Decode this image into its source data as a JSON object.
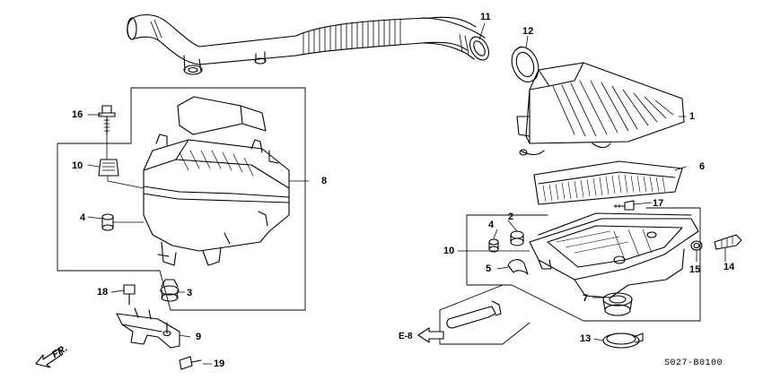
{
  "diagram": {
    "callouts": [
      {
        "id": "1",
        "text": "1"
      },
      {
        "id": "2",
        "text": "2"
      },
      {
        "id": "3",
        "text": "3"
      },
      {
        "id": "4a",
        "text": "4"
      },
      {
        "id": "4b",
        "text": "4"
      },
      {
        "id": "5",
        "text": "5"
      },
      {
        "id": "6",
        "text": "6"
      },
      {
        "id": "7",
        "text": "7"
      },
      {
        "id": "8",
        "text": "8"
      },
      {
        "id": "9",
        "text": "9"
      },
      {
        "id": "10",
        "text": "10"
      },
      {
        "id": "11",
        "text": "11"
      },
      {
        "id": "12",
        "text": "12"
      },
      {
        "id": "13",
        "text": "13"
      },
      {
        "id": "14",
        "text": "14"
      },
      {
        "id": "15",
        "text": "15"
      },
      {
        "id": "16",
        "text": "16"
      },
      {
        "id": "17",
        "text": "17"
      },
      {
        "id": "18",
        "text": "18"
      },
      {
        "id": "19a",
        "text": "19"
      },
      {
        "id": "19b",
        "text": "19"
      }
    ],
    "reference_code": "S027-B0100",
    "direction_label": "FR.",
    "cross_ref_label": "E-8"
  }
}
